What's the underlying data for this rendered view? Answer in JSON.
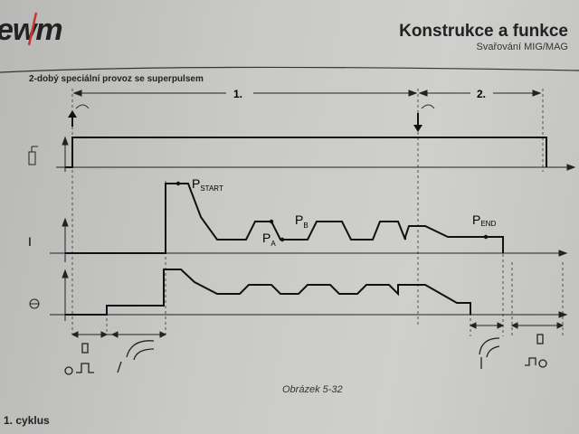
{
  "header": {
    "logo": "ewm",
    "title": "Konstrukce a funkce",
    "subtitle": "Svařování MIG/MAG"
  },
  "diagram": {
    "title": "2-dobý speciální provoz se superpulsem",
    "phase_1": "1.",
    "phase_2": "2.",
    "current_axis": "I",
    "labels": {
      "p_start": "P",
      "p_start_sub": "START",
      "p_a": "P",
      "p_a_sub": "A",
      "p_b": "P",
      "p_b_sub": "B",
      "p_end": "P",
      "p_end_sub": "END"
    }
  },
  "caption": "Obrázek 5-32",
  "section_heading": "1. cyklus"
}
